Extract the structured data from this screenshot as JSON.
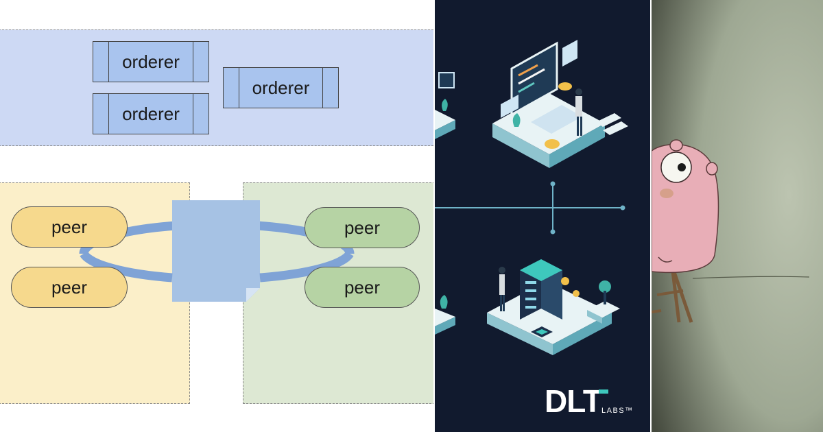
{
  "diagram": {
    "orderers": [
      {
        "label": "orderer"
      },
      {
        "label": "orderer"
      },
      {
        "label": "orderer"
      }
    ],
    "org_a_peers": [
      {
        "label": "peer"
      },
      {
        "label": "peer"
      }
    ],
    "org_b_peers": [
      {
        "label": "peer"
      },
      {
        "label": "peer"
      }
    ],
    "colors": {
      "orderer_zone": "#cdd9f4",
      "orderer_node": "#a9c4ee",
      "org_a_zone": "#fbefc9",
      "org_a_peer": "#f6d98d",
      "org_b_zone": "#dde8d3",
      "org_b_peer": "#b6d3a4",
      "channel_ring": "#7fa3d6",
      "ledger_doc": "#a6c2e4"
    }
  },
  "promo": {
    "brand_main": "DLT",
    "brand_sub": "LABS™",
    "background": "#111a2e",
    "accent": "#3ec8bd"
  },
  "photo": {
    "subject_icon": "gopher-mascot-icon"
  }
}
